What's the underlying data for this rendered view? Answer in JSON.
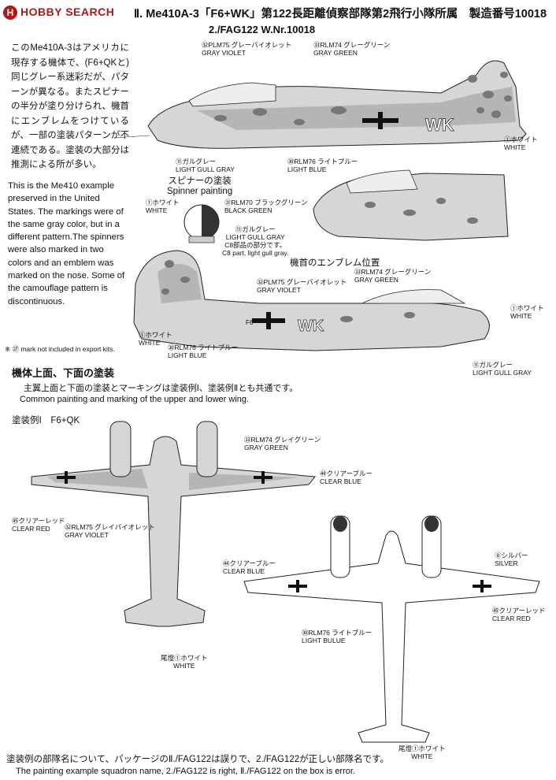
{
  "header": {
    "logo": "HOBBY SEARCH",
    "title": "Ⅱ. Me410A-3「F6+WK」第122長距離偵察部隊第2飛行小隊所属　製造番号10018",
    "subtitle": "2./FAG122 W.Nr.10018"
  },
  "intro": {
    "jp": "このMe410A-3はアメリカに現存する機体で、(F6+QKと)同じグレー系迷彩だが、パターンが異なる。またスピナーの半分が塗り分けられ、機首にエンブレムをつけているが、一部の塗装パターンが不連続である。塗装の大部分は推測による所が多い。",
    "en": "This is the Me410 example preserved in the United States. The markings were of the same gray color, but in a different pattern.The spinners were also marked in two colors and an emblem was marked on the nose. Some of the camouflage pattern is discontinuous."
  },
  "labels": {
    "side1_gv": "㉜PLM75 グレーバイオレット",
    "side1_gv_en": "GRAY VIOLET",
    "side1_gg": "㉝RLM74 グレーグリーン",
    "side1_gg_en": "GRAY GREEN",
    "side1_lgg": "⑪ガルグレー",
    "side1_lgg_en": "LIGHT GULL GRAY",
    "side1_lb": "㉚RLM76 ライトブルー",
    "side1_lb_en": "LIGHT BLUE",
    "side1_w": "①ホワイト",
    "side1_w_en": "WHITE",
    "spinner_jp": "スピナーの塗装",
    "spinner_en": "Spinner painting",
    "sp_white": "①ホワイト",
    "sp_white_en": "WHITE",
    "sp_bg": "㉛RLM70 ブラックグリーン",
    "sp_bg_en": "BLACK GREEN",
    "sp_lgg": "⑪ガルグレー",
    "sp_lgg_en": "LIGHT GULL GRAY",
    "sp_c8": "C8部品の部分です。",
    "sp_c8_en": "C8 part, light gull gray.",
    "emblem": "機首のエンブレム位置",
    "side2_gv": "㉜PLM75 グレーバイオレット",
    "side2_gv_en": "GRAY VIOLET",
    "side2_gg": "㉝RLM74 グレーグリーン",
    "side2_gg_en": "GRAY GREEN",
    "side2_w_l": "①ホワイト",
    "side2_w_l_en": "WHITE",
    "side2_lb": "㉚RLM76 ライトブルー",
    "side2_lb_en": "LIGHT BLUE",
    "side2_w_r": "①ホワイト",
    "side2_w_r_en": "WHITE",
    "side2_lgg": "⑪ガルグレー",
    "side2_lgg_en": "LIGHT GULL GRAY",
    "top_gg": "㉝RLM74 グレイグリーン",
    "top_gg_en": "GRAY GREEN",
    "top_cb": "㊹クリアーブルー",
    "top_cb_en": "CLEAR BLUE",
    "top_cr": "㊺クリアーレッド",
    "top_cr_en": "CLEAR RED",
    "top_gv": "㉜RLM75 グレイバイオレット",
    "top_gv_en": "GRAY VIOLET",
    "top_tail": "尾燈①ホワイト",
    "top_tail_en": "WHITE",
    "bot_cb": "㊹クリアーブルー",
    "bot_cb_en": "CLEAR BLUE",
    "bot_silver": "⑧シルバー",
    "bot_silver_en": "SILVER",
    "bot_cr": "㊺クリアーレッド",
    "bot_cr_en": "CLEAR RED",
    "bot_lb": "㉚RLM76 ライトブルー",
    "bot_lb_en": "LIGHT BULUE",
    "bot_tail": "尾燈①ホワイト",
    "bot_tail_en": "WHITE",
    "code_wk": "WK",
    "code_f6": "F6"
  },
  "note": "※ ㉗ mark not included in export kits.",
  "section": {
    "title": "機体上面、下面の塗装",
    "jp": "主翼上面と下面の塗装とマーキングは塗装例Ⅰ、塗装例Ⅱとも共通です。",
    "en": "Common painting and marking of the upper and lower wing.",
    "example": "塗装例Ⅰ　F6+QK"
  },
  "footer": {
    "jp": "塗装例の部隊名について、パッケージのⅡ./FAG122は誤りで、2./FAG122が正しい部隊名です。",
    "en": "The painting example squadron name, 2./FAG122 is right, Ⅱ./FAG122 on the box is error."
  }
}
